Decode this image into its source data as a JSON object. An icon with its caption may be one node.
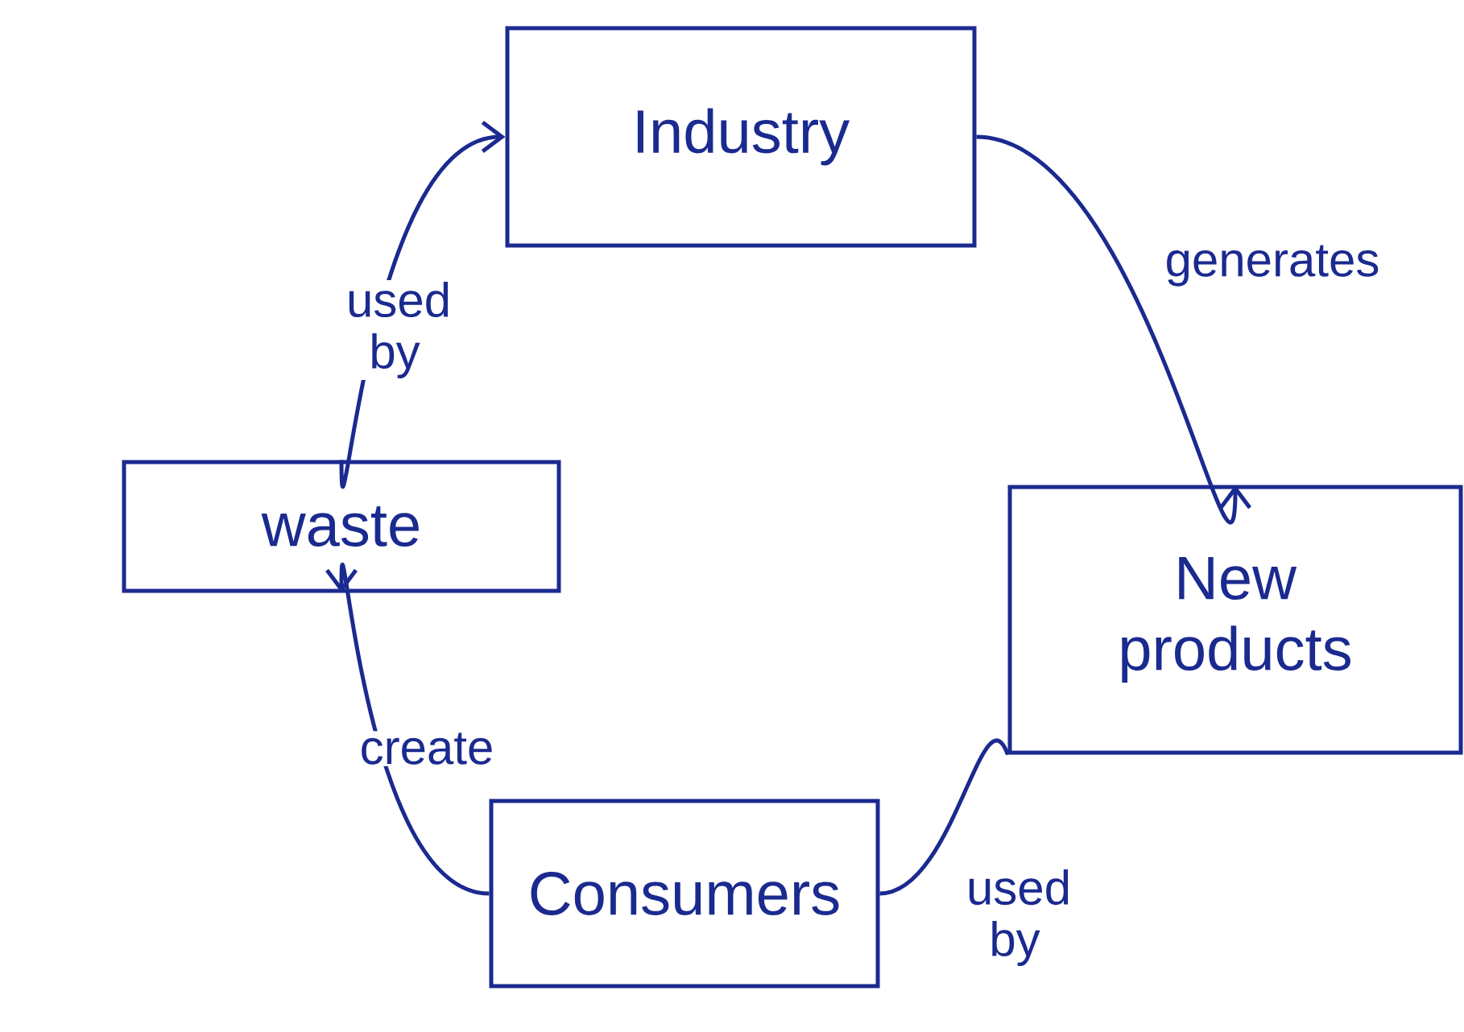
{
  "diagram": {
    "nodes": [
      {
        "text": [
          "Industry"
        ]
      },
      {
        "text": [
          "New products"
        ]
      },
      {
        "text": [
          "Consumers"
        ]
      },
      {
        "text": [
          "waste"
        ]
      }
    ],
    "edges": [
      {
        "from": 0,
        "to": 1,
        "arrow": "to",
        "label": "generates"
      },
      {
        "from": 1,
        "to": 2,
        "arrow": "none",
        "label": "used by"
      },
      {
        "from": 2,
        "to": 3,
        "arrow": "to",
        "label": "create"
      },
      {
        "from": 3,
        "to": 0,
        "arrow": "to",
        "label": "used by"
      }
    ]
  }
}
